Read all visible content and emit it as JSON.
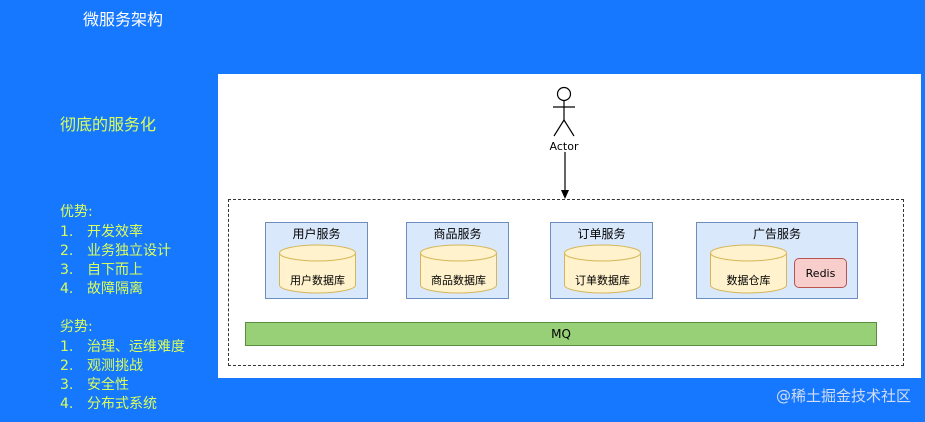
{
  "slide": {
    "title": "微服务架构",
    "subtitle": "彻底的服务化"
  },
  "advantages": {
    "header": "优势:",
    "items": [
      {
        "num": "1.",
        "text": "开发效率"
      },
      {
        "num": "2.",
        "text": "业务独立设计"
      },
      {
        "num": "3.",
        "text": "自下而上"
      },
      {
        "num": "4.",
        "text": "故障隔离"
      }
    ]
  },
  "disadvantages": {
    "header": "劣势:",
    "items": [
      {
        "num": "1.",
        "text": "治理、运维难度"
      },
      {
        "num": "2.",
        "text": "观测挑战"
      },
      {
        "num": "3.",
        "text": "安全性"
      },
      {
        "num": "4.",
        "text": "分布式系统"
      }
    ]
  },
  "diagram": {
    "actor_label": "Actor",
    "services": [
      {
        "title": "用户服务",
        "db": "用户数据库"
      },
      {
        "title": "商品服务",
        "db": "商品数据库"
      },
      {
        "title": "订单服务",
        "db": "订单数据库"
      },
      {
        "title": "广告服务",
        "db": "数据仓库"
      }
    ],
    "cache_label": "Redis",
    "mq_label": "MQ"
  },
  "watermark": "@稀土掘金技术社区"
}
